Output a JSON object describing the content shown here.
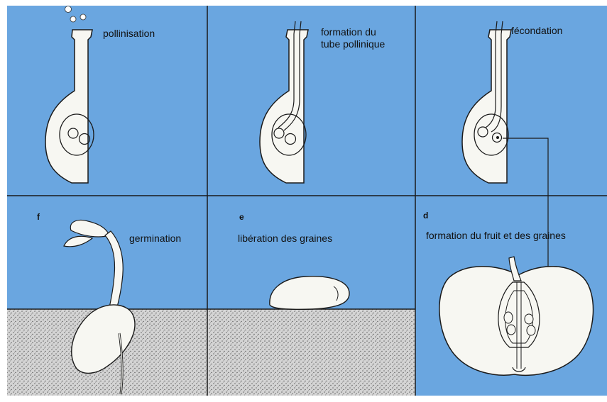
{
  "colors": {
    "sky": "#6aa6e0",
    "soil": "#cfcfcf",
    "outline": "#1a1a1a",
    "organ_fill": "#f7f7f2"
  },
  "panels": [
    {
      "id": "a",
      "letter": "",
      "label_lines": [
        "pollinisation"
      ]
    },
    {
      "id": "b",
      "letter": "",
      "label_lines": [
        "formation du",
        "tube pollinique"
      ]
    },
    {
      "id": "c",
      "letter": "",
      "label_lines": [
        "fécondation"
      ]
    },
    {
      "id": "d",
      "letter": "d",
      "label_lines": [
        "formation du fruit et des graines"
      ]
    },
    {
      "id": "e",
      "letter": "e",
      "label_lines": [
        "libération des graines"
      ]
    },
    {
      "id": "f",
      "letter": "f",
      "label_lines": [
        "germination"
      ]
    }
  ]
}
